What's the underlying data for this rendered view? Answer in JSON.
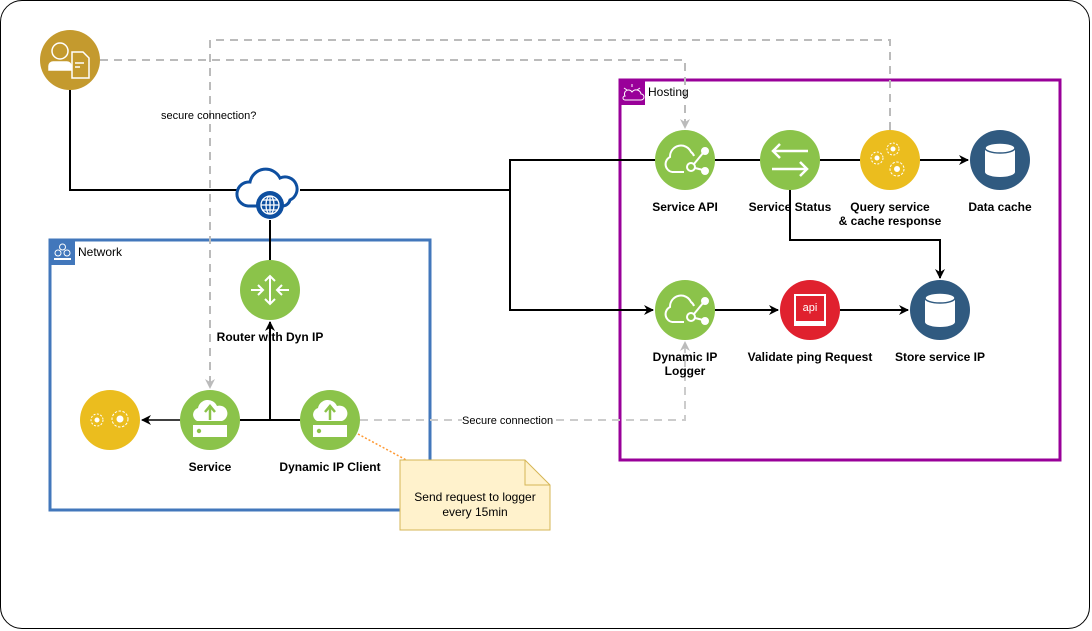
{
  "groups": {
    "network": {
      "title": "Network",
      "color": "#4277BB"
    },
    "hosting": {
      "title": "Hosting",
      "color": "#990099"
    }
  },
  "nodes": {
    "user": {
      "label": "",
      "icon": "user-document-icon",
      "color": "#C49A2E"
    },
    "internet": {
      "label": "",
      "icon": "cloud-globe-icon",
      "color": "#0E4FA0"
    },
    "router": {
      "label": "Router with Dyn IP",
      "icon": "router-icon",
      "color": "#8BC34A"
    },
    "service": {
      "label": "Service",
      "icon": "cloud-upload-server-icon",
      "color": "#8BC34A"
    },
    "service_gears": {
      "label": "",
      "icon": "gears-icon",
      "color": "#EBBD1E"
    },
    "dynamic_ip_client": {
      "label": "Dynamic IP Client",
      "icon": "cloud-upload-server-icon",
      "color": "#8BC34A"
    },
    "service_api": {
      "label": "Service API",
      "icon": "cloud-network-icon",
      "color": "#8BC34A"
    },
    "service_status": {
      "label": "Service Status",
      "icon": "exchange-arrows-icon",
      "color": "#8BC34A"
    },
    "query_service": {
      "label_line1": "Query service",
      "label_line2": "& cache response",
      "icon": "gears-icon",
      "color": "#EBBD1E"
    },
    "data_cache": {
      "label": "Data cache",
      "icon": "database-icon",
      "color": "#305A80"
    },
    "dynamic_ip_logger": {
      "label_line1": "Dynamic IP",
      "label_line2": "Logger",
      "icon": "cloud-network-icon",
      "color": "#8BC34A"
    },
    "validate_ping": {
      "label": "Validate ping Request",
      "icon": "api-icon",
      "color": "#E0212E",
      "icon_text": "api"
    },
    "store_service_ip": {
      "label": "Store service IP",
      "icon": "database-icon",
      "color": "#305A80"
    }
  },
  "edges": {
    "secure_connection_q": "secure connection?",
    "secure_connection": "Secure connection"
  },
  "note": {
    "text_line1": "Send request to logger",
    "text_line2": "every 15min",
    "fill": "#FFF2CC",
    "stroke": "#D6B656"
  }
}
